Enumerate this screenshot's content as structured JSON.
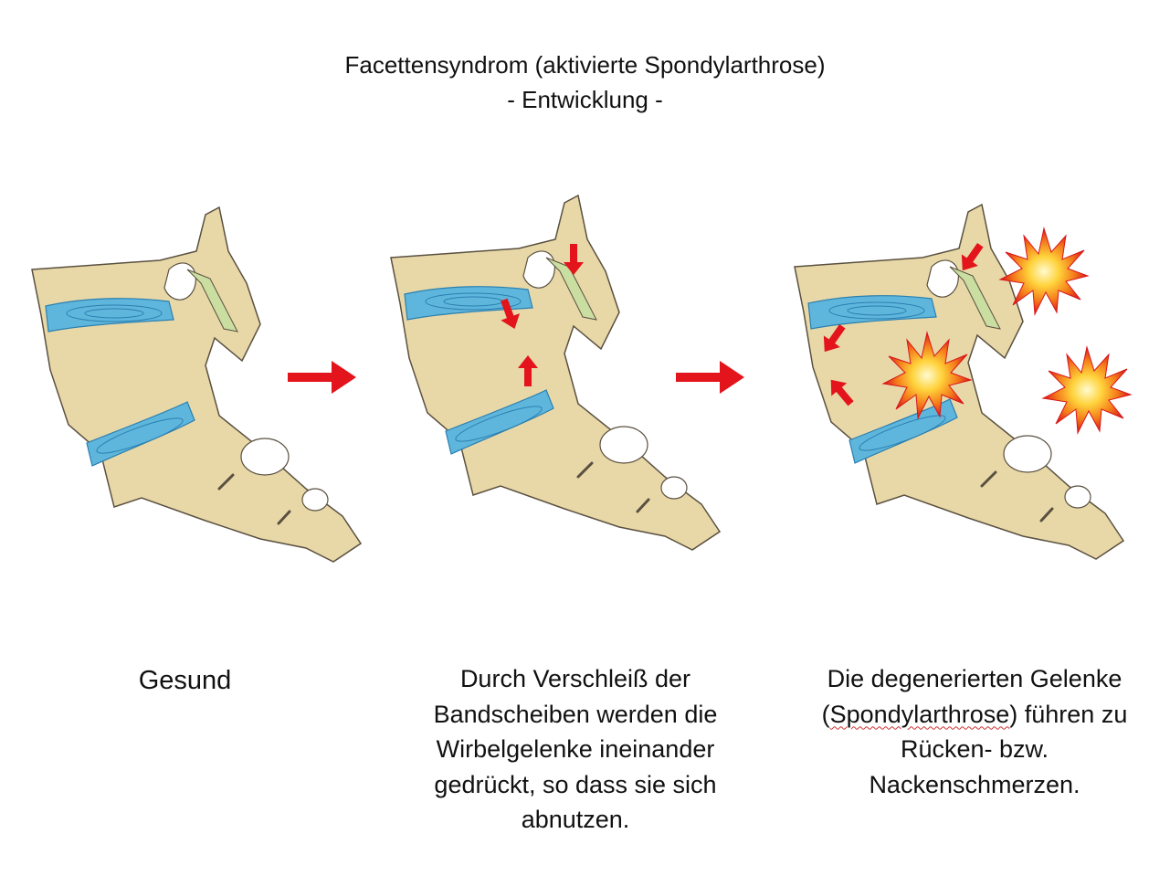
{
  "title": {
    "line1": "Facettensyndrom (aktivierte Spondylarthrose)",
    "line2": "- Entwicklung -"
  },
  "panels": [
    {
      "caption": "Gesund"
    },
    {
      "caption_lines": [
        "Durch Verschleiß der",
        "Bandscheiben werden die",
        "Wirbelgelenke ineinander",
        "gedrückt, so dass sie sich",
        "abnutzen."
      ]
    },
    {
      "caption_lines": [
        "Die degenerierten Gelenke",
        "(Spondylarthrose) führen zu",
        "Rücken- bzw.",
        "Nackenschmerzen."
      ],
      "caption_prefix": "(",
      "caption_underlined": "Spondylarthrose",
      "caption_suffix": ") führen zu"
    }
  ],
  "colors": {
    "bone": "#e8d8a8",
    "bone_shade": "#d6c28c",
    "disc": "#5fb6dc",
    "disc_line": "#2a7fb0",
    "cartilage": "#c9dea0",
    "arrow": "#e3141b",
    "outline": "#5a5040"
  },
  "icons": [
    "red-arrow-icon",
    "pain-burst-icon"
  ]
}
